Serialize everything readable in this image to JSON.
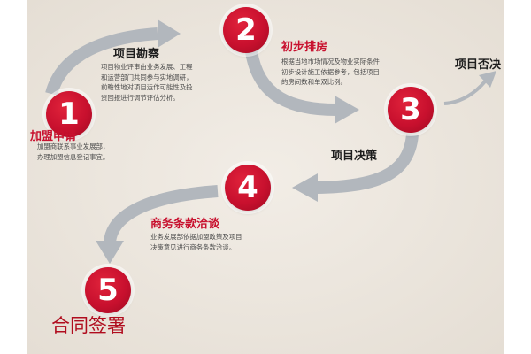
{
  "steps": [
    {
      "num": "1",
      "title": "加盟申请",
      "desc": "加盟商联系事业发展部，\n办理加盟信息登记事宜。"
    },
    {
      "num": "2",
      "title": "初步排房",
      "desc": "根据当地市场情况及物业实际条件\n初步设计施工依据参考，包括项目\n的房间数和单双比例。"
    },
    {
      "num": "3",
      "title": "项目决策",
      "desc": ""
    },
    {
      "num": "4",
      "title": "商务条款洽谈",
      "desc": "业务发展部依据加盟政策及项目\n决策意见进行商务条款洽谈。"
    },
    {
      "num": "5",
      "title": "合同签署",
      "desc": ""
    }
  ],
  "survey": {
    "title": "项目勘察",
    "desc": "项目物业评审由业务发展、工程\n和运营部门共同参与实地调研，\n前瞻性地对项目运作可能性及投\n资回报进行调节评估分析。"
  },
  "reject": {
    "title": "项目否决"
  },
  "colors": {
    "accent": "#c8102e",
    "arrow": "#b2b7bd",
    "background": "#f0ebe4"
  }
}
